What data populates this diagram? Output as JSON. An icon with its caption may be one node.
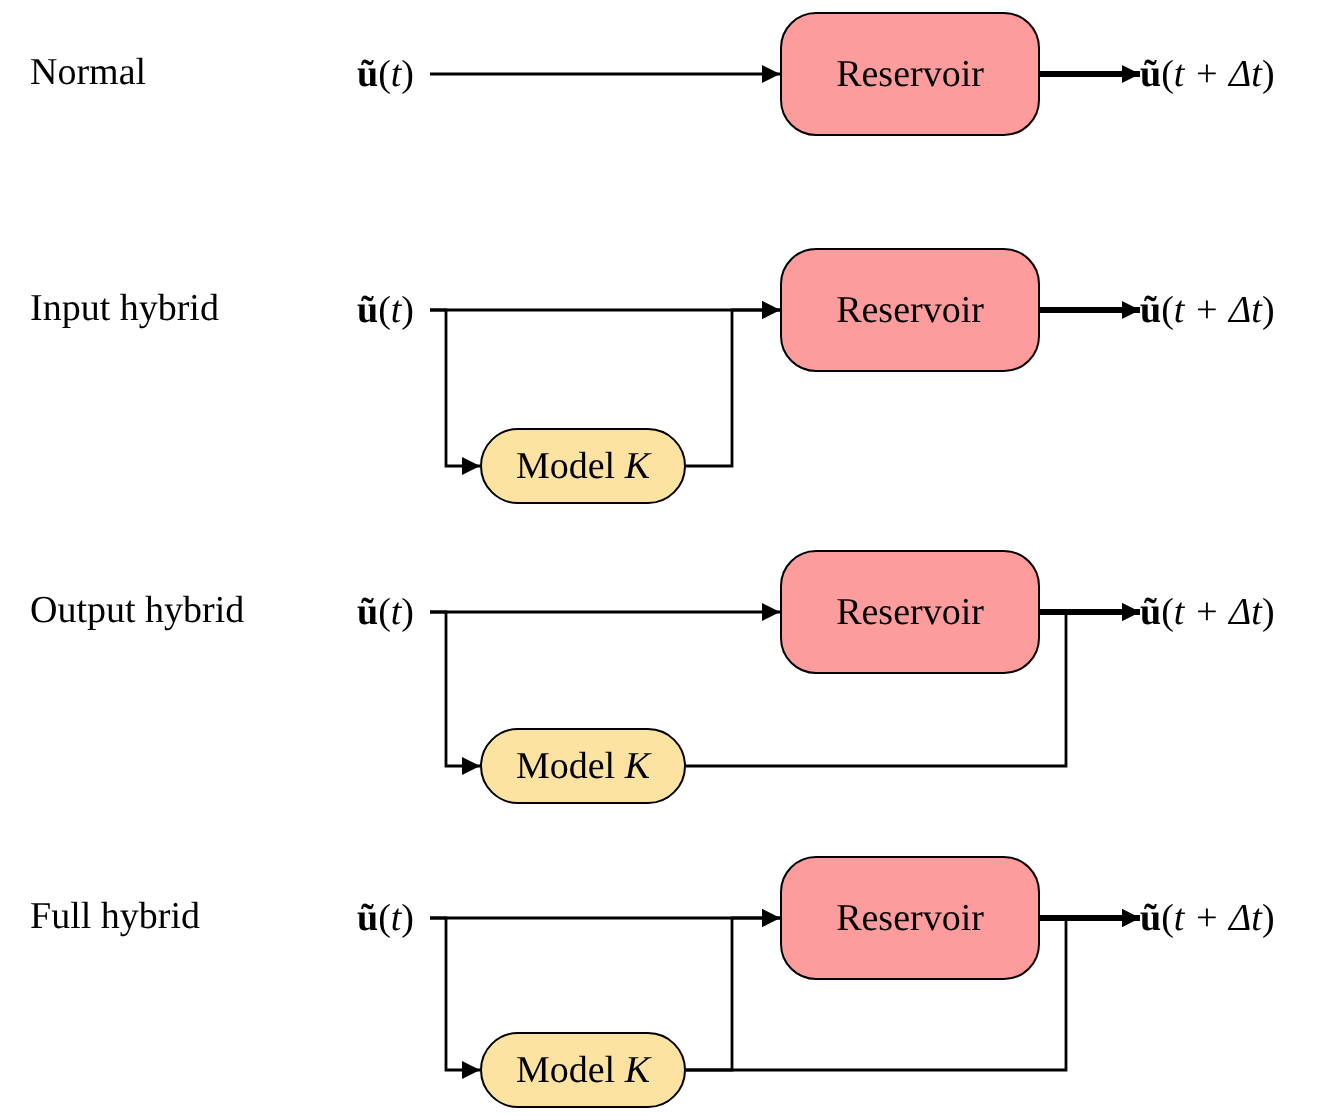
{
  "diagram": {
    "nodes": [
      {
        "text": [
          "**ũ**(*t*)"
        ]
      },
      {
        "text": [
          "Reservoir"
        ]
      },
      {
        "text": [
          "**ũ**(*t + Δt*)"
        ]
      },
      {
        "text": [
          "**ũ**(*t*)"
        ]
      },
      {
        "text": [
          "Reservoir"
        ]
      },
      {
        "text": [
          "Model *K*"
        ]
      },
      {
        "text": [
          "**ũ**(*t + Δt*)"
        ]
      },
      {
        "text": [
          "**ũ**(*t*)"
        ]
      },
      {
        "text": [
          "Reservoir"
        ]
      },
      {
        "text": [
          "Model *K*"
        ]
      },
      {
        "text": [
          "**ũ**(*t + Δt*)"
        ]
      },
      {
        "text": [
          "**ũ**(*t*)"
        ]
      },
      {
        "text": [
          "Reservoir"
        ]
      },
      {
        "text": [
          "Model *K*"
        ]
      },
      {
        "text": [
          "**ũ**(*t + Δt*)"
        ]
      }
    ],
    "edges": [
      {
        "from": 0,
        "to": 1,
        "arrow": "to"
      },
      {
        "from": 1,
        "to": 2,
        "arrow": "to",
        "style": "thick"
      },
      {
        "from": 3,
        "to": 4,
        "arrow": "to"
      },
      {
        "from": 3,
        "to": 5,
        "arrow": "to"
      },
      {
        "from": 5,
        "to": 4,
        "arrow": "to"
      },
      {
        "from": 4,
        "to": 6,
        "arrow": "to",
        "style": "thick"
      },
      {
        "from": 7,
        "to": 8,
        "arrow": "to"
      },
      {
        "from": 7,
        "to": 9,
        "arrow": "to"
      },
      {
        "from": 8,
        "to": 10,
        "arrow": "to",
        "style": "thick"
      },
      {
        "from": 9,
        "to": 10,
        "arrow": "to"
      },
      {
        "from": 11,
        "to": 12,
        "arrow": "to"
      },
      {
        "from": 11,
        "to": 13,
        "arrow": "to"
      },
      {
        "from": 13,
        "to": 12,
        "arrow": "to"
      },
      {
        "from": 12,
        "to": 14,
        "arrow": "to",
        "style": "thick"
      },
      {
        "from": 13,
        "to": 14,
        "arrow": "to"
      }
    ],
    "labels": [
      "Normal",
      "Input hybrid",
      "Output hybrid",
      "Full hybrid"
    ]
  }
}
